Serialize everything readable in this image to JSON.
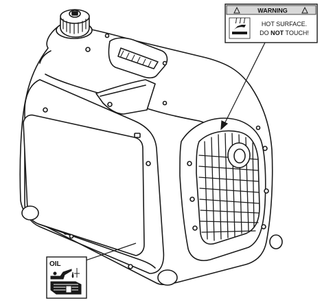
{
  "warning_label": {
    "header": "WARNING",
    "line1": "HOT SURFACE.",
    "line2_prefix": "DO ",
    "line2_emphasis": "NOT",
    "line2_suffix": " TOUCH!",
    "header_icon": "warning-triangle-icon",
    "pictogram_icon": "hot-surface-hand-icon"
  },
  "oil_label": {
    "title": "OIL",
    "pictogram_icon": "oil-can-engine-icon"
  },
  "colors": {
    "stroke": "#1a1a1a",
    "label_header_fill": "#d8d8d8",
    "background": "#ffffff"
  }
}
